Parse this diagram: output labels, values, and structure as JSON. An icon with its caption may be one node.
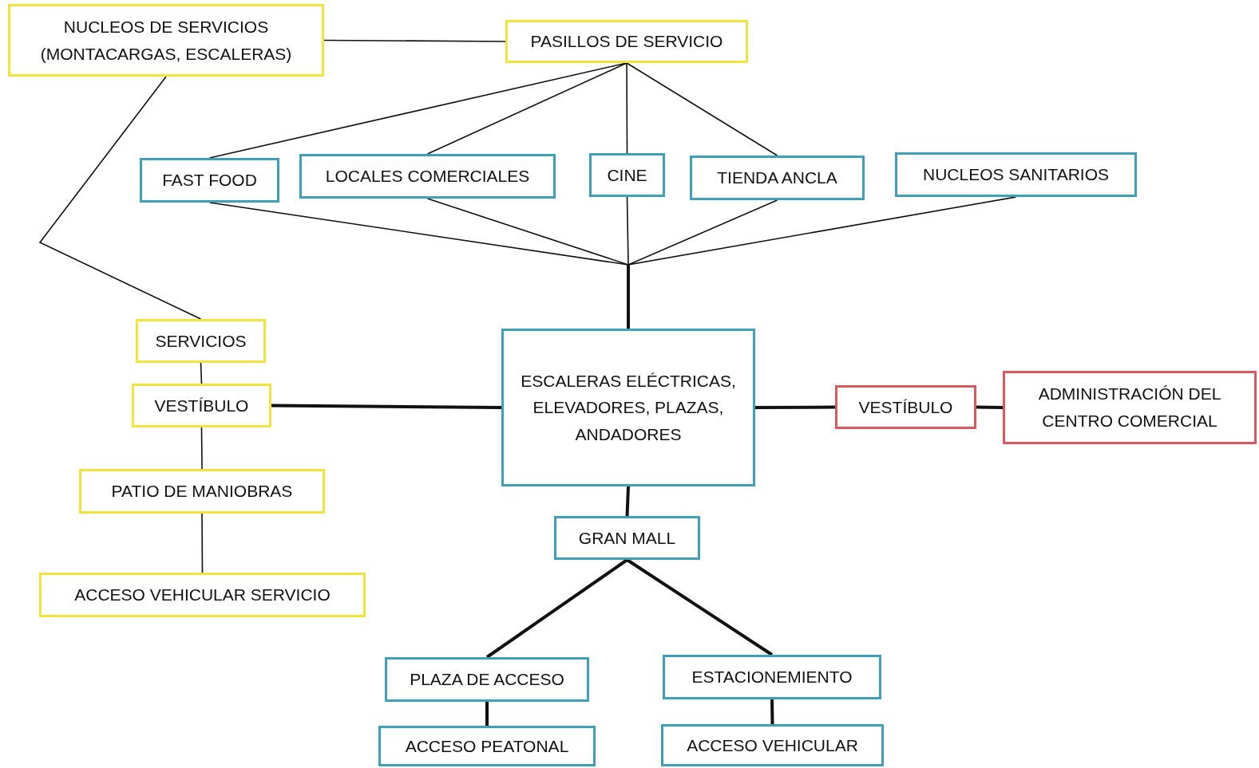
{
  "diagram": {
    "nodes": [
      {
        "text": [
          "NUCLEOS DE SERVICIOS (MONTACARGAS, ESCALERAS)"
        ]
      },
      {
        "text": [
          "PASILLOS DE SERVICIO"
        ]
      },
      {
        "text": [
          "FAST FOOD"
        ]
      },
      {
        "text": [
          "LOCALES COMERCIALES"
        ]
      },
      {
        "text": [
          "CINE"
        ]
      },
      {
        "text": [
          "TIENDA ANCLA"
        ]
      },
      {
        "text": [
          "NUCLEOS SANITARIOS"
        ]
      },
      {
        "text": [
          "SERVICIOS"
        ]
      },
      {
        "text": [
          "VESTÍBULO"
        ]
      },
      {
        "text": [
          "ESCALERAS ELÉCTRICAS, ELEVADORES, PLAZAS, ANDADORES"
        ]
      },
      {
        "text": [
          "VESTÍBULO"
        ]
      },
      {
        "text": [
          "ADMINISTRACIÓN DEL CENTRO COMERCIAL"
        ]
      },
      {
        "text": [
          "PATIO DE MANIOBRAS"
        ]
      },
      {
        "text": [
          "GRAN MALL"
        ]
      },
      {
        "text": [
          "ACCESO VEHICULAR SERVICIO"
        ]
      },
      {
        "text": [
          "PLAZA DE ACCESO"
        ]
      },
      {
        "text": [
          "ESTACIONEMIENTO"
        ]
      },
      {
        "text": [
          "ACCESO PEATONAL"
        ]
      },
      {
        "text": [
          "ACCESO VEHICULAR"
        ]
      }
    ],
    "edges": [
      {
        "from": 0,
        "to": 1,
        "arrow": "none"
      },
      {
        "from": 1,
        "to": 2,
        "arrow": "none"
      },
      {
        "from": 1,
        "to": 3,
        "arrow": "none"
      },
      {
        "from": 1,
        "to": 4,
        "arrow": "none"
      },
      {
        "from": 1,
        "to": 5,
        "arrow": "none"
      },
      {
        "from": 0,
        "to": 7,
        "arrow": "none"
      },
      {
        "from": 2,
        "to": 9,
        "arrow": "none"
      },
      {
        "from": 3,
        "to": 9,
        "arrow": "none"
      },
      {
        "from": 4,
        "to": 9,
        "arrow": "none"
      },
      {
        "from": 5,
        "to": 9,
        "arrow": "none"
      },
      {
        "from": 6,
        "to": 9,
        "arrow": "none"
      },
      {
        "from": 7,
        "to": 8,
        "arrow": "none"
      },
      {
        "from": 8,
        "to": 12,
        "arrow": "none"
      },
      {
        "from": 12,
        "to": 14,
        "arrow": "none"
      },
      {
        "from": 8,
        "to": 9,
        "arrow": "none",
        "style": "thick"
      },
      {
        "from": 9,
        "to": 10,
        "arrow": "none",
        "style": "thick"
      },
      {
        "from": 10,
        "to": 11,
        "arrow": "none",
        "style": "thick"
      },
      {
        "from": 9,
        "to": 13,
        "arrow": "none",
        "style": "thick"
      },
      {
        "from": 13,
        "to": 15,
        "arrow": "none",
        "style": "thick"
      },
      {
        "from": 13,
        "to": 16,
        "arrow": "none",
        "style": "thick"
      },
      {
        "from": 15,
        "to": 17,
        "arrow": "none",
        "style": "thick"
      },
      {
        "from": 16,
        "to": 18,
        "arrow": "none",
        "style": "thick"
      }
    ]
  }
}
